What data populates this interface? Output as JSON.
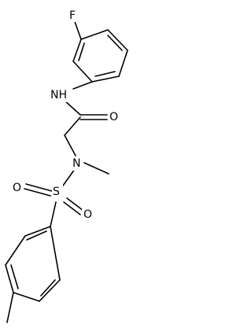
{
  "molecule": {
    "labels": {
      "fluorine": "F",
      "amide_nitrogen": "NH",
      "carbonyl_oxygen": "O",
      "sulfonamide_nitrogen": "N",
      "sulfur": "S",
      "sulfonyl_oxygen_left": "O",
      "sulfonyl_oxygen_right": "O"
    },
    "colors": {
      "bond": "#000000",
      "label": "#000000",
      "background": "#ffffff"
    }
  }
}
